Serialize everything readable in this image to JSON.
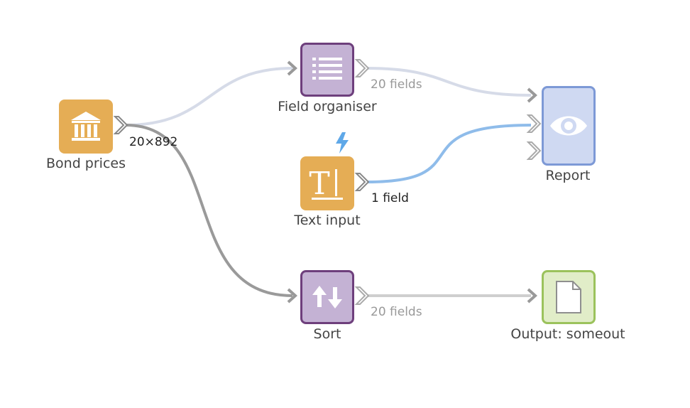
{
  "nodes": {
    "bond_prices": {
      "label": "Bond prices",
      "color": "#e5ad55",
      "icon": "bank-icon"
    },
    "field_organiser": {
      "label": "Field organiser",
      "color": "#c4b2d4",
      "border": "#6e3f7c",
      "icon": "list-icon"
    },
    "text_input": {
      "label": "Text input",
      "color": "#e5ad55",
      "icon": "text-cursor-icon",
      "badge_icon": "lightning-icon",
      "badge_color": "#5fa8e8"
    },
    "sort": {
      "label": "Sort",
      "color": "#c4b2d4",
      "border": "#6e3f7c",
      "icon": "sort-arrows-icon"
    },
    "report": {
      "label": "Report",
      "color": "#cfd9f2",
      "border": "#7d99d6",
      "icon": "eye-icon"
    },
    "output": {
      "label": "Output: someout",
      "color": "#e1edc8",
      "border": "#9bc25c",
      "icon": "document-icon"
    }
  },
  "wires": {
    "bond_out": {
      "label": "20×892",
      "color": "#222222"
    },
    "organiser_out": {
      "label": "20 fields",
      "color": "#999999"
    },
    "text_out": {
      "label": "1 field",
      "color": "#222222"
    },
    "sort_out": {
      "label": "20 fields",
      "color": "#999999"
    }
  },
  "colors": {
    "wire_light": "#d6dbe8",
    "wire_dark": "#9a9a9a",
    "wire_blue": "#8fbcea",
    "wire_sort_out": "#cfcfcf",
    "port_gray": "#999999"
  }
}
